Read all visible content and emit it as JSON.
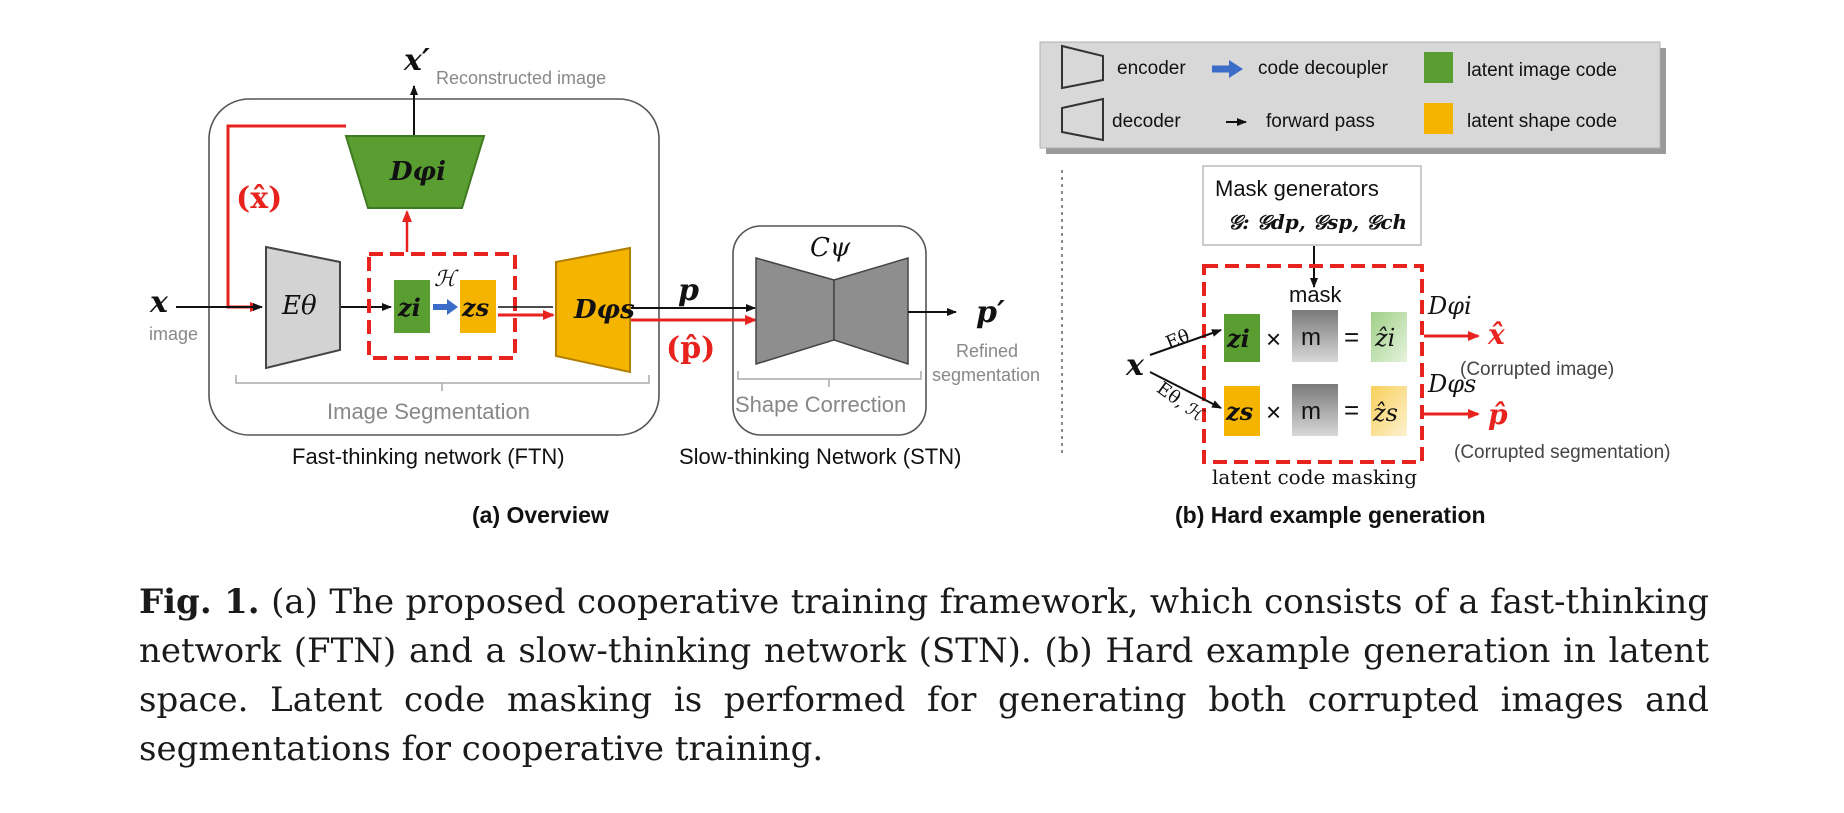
{
  "overview": {
    "x_prime": "x′",
    "reconstructed_image": "Reconstructed image",
    "x_hat": "(x̂)",
    "d_phi_i": "Dφi",
    "encoder_label": "Eθ",
    "h_label": "ℋ",
    "z_i": "zi",
    "z_s": "zs",
    "d_phi_s": "Dφs",
    "x": "x",
    "image": "image",
    "p": "p",
    "p_hat": "(p̂)",
    "c_psi": "Cψ",
    "p_prime": "p′",
    "refined_segmentation_1": "Refined",
    "refined_segmentation_2": "segmentation",
    "image_segmentation": "Image Segmentation",
    "shape_correction": "Shape Correction",
    "ftn_label": "Fast-thinking network (FTN)",
    "stn_label": "Slow-thinking Network (STN)",
    "subtitle": "(a) Overview"
  },
  "legend": {
    "encoder": "encoder",
    "decoder": "decoder",
    "code_decoupler": "code decoupler",
    "forward_pass": "forward pass",
    "latent_image_code": "latent image code",
    "latent_shape_code": "latent shape code",
    "green": "#5a9e32",
    "orange": "#f5b400",
    "blue": "#3a6cc8"
  },
  "hard_example": {
    "mask_generators": "Mask generators",
    "generators": "𝒢: 𝒢dp, 𝒢sp, 𝒢ch",
    "mask": "mask",
    "x": "x",
    "e_theta": "Eθ",
    "e_theta_h": "Eθ, ℋ",
    "z_i": "zi",
    "z_s": "zs",
    "times": "×",
    "m": "m",
    "equals": "=",
    "z_i_hat": "ẑi",
    "z_s_hat": "ẑs",
    "d_phi_i": "Dφi",
    "d_phi_s": "Dφs",
    "x_hat": "x̂",
    "p_hat": "p̂",
    "corrupted_image": "(Corrupted image)",
    "corrupted_segmentation": "(Corrupted segmentation)",
    "latent_code_masking": "latent code masking",
    "subtitle": "(b) Hard example generation"
  },
  "caption": {
    "label": "Fig. 1.",
    "text": " (a) The proposed cooperative training framework, which consists of a fast-thinking network (FTN) and a slow-thinking network (STN). (b) Hard example generation in latent space. Latent code masking is performed for generating both corrupted images and segmentations for cooperative training."
  }
}
